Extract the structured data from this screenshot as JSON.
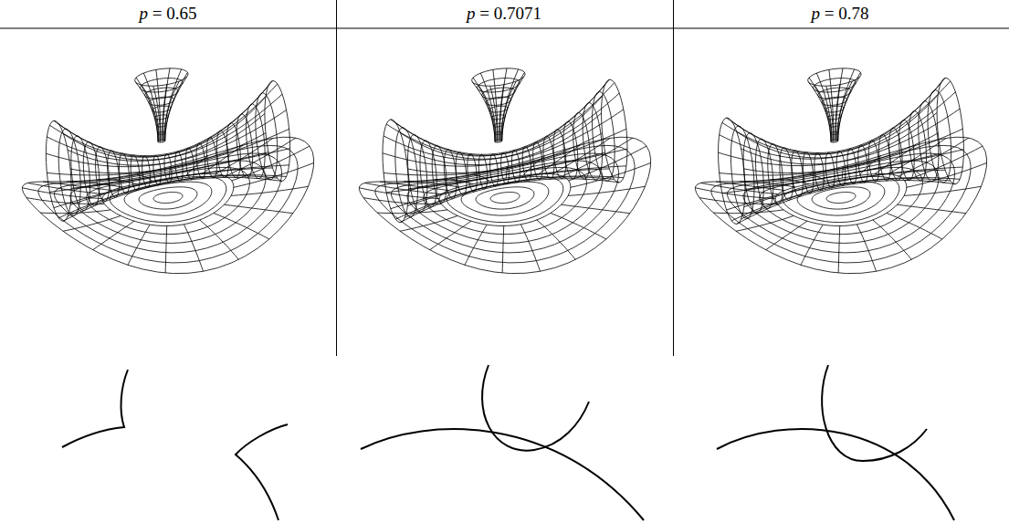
{
  "diagram": {
    "labels": [
      "p = 0.65",
      "p = 0.7071",
      "p = 0.78"
    ]
  }
}
